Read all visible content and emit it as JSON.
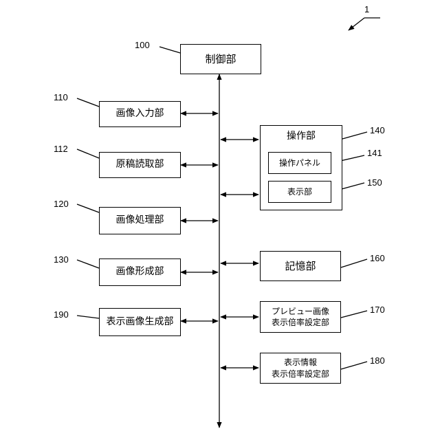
{
  "system_ref": "1",
  "blocks": {
    "control": {
      "ref": "100",
      "label": "制御部"
    },
    "image_input": {
      "ref": "110",
      "label": "画像入力部"
    },
    "document_reading": {
      "ref": "112",
      "label": "原稿読取部"
    },
    "image_processing": {
      "ref": "120",
      "label": "画像処理部"
    },
    "image_forming": {
      "ref": "130",
      "label": "画像形成部"
    },
    "display_image_generation": {
      "ref": "190",
      "label": "表示画像生成部"
    },
    "operation": {
      "ref": "140",
      "label": "操作部"
    },
    "operation_panel": {
      "ref": "141",
      "label": "操作パネル"
    },
    "display": {
      "ref": "150",
      "label": "表示部"
    },
    "storage": {
      "ref": "160",
      "label": "記憶部"
    },
    "preview_ratio": {
      "ref": "170",
      "label_line1": "プレビュー画像",
      "label_line2": "表示倍率設定部"
    },
    "info_ratio": {
      "ref": "180",
      "label_line1": "表示情報",
      "label_line2": "表示倍率設定部"
    }
  }
}
